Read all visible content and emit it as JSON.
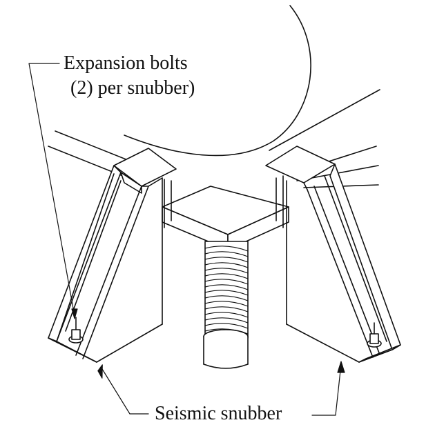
{
  "labels": {
    "expansion_bolts_line1": "Expansion bolts",
    "expansion_bolts_line2": "(2) per snubber)",
    "seismic_snubber": "Seismic snubber"
  },
  "colors": {
    "ink": "#111111",
    "background": "#ffffff",
    "shade": "#d9d9d9"
  }
}
